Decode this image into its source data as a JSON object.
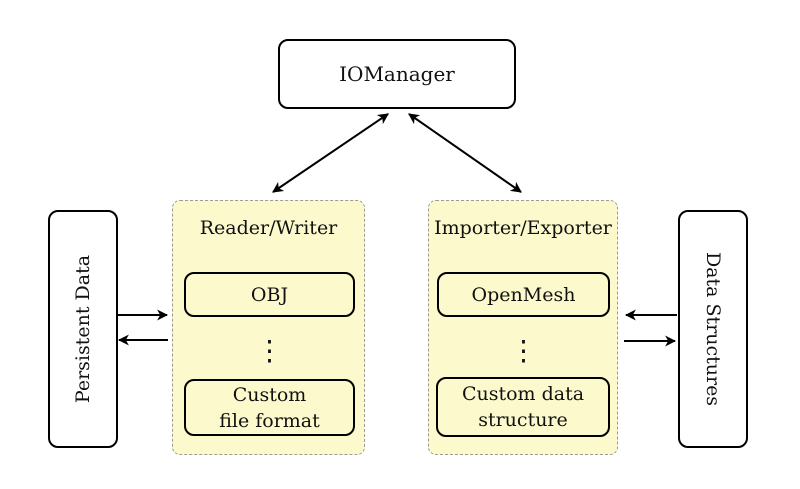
{
  "diagram": {
    "iomanager_label": "IOManager",
    "persistent_data_label": "Persistent Data",
    "data_structures_label": "Data Structures",
    "reader_writer": {
      "title": "Reader/Writer",
      "item1": "OBJ",
      "ellipsis": "⋮",
      "item2_line1": "Custom",
      "item2_line2": "file format"
    },
    "importer_exporter": {
      "title": "Importer/Exporter",
      "item1": "OpenMesh",
      "ellipsis": "⋮",
      "item2_line1": "Custom data",
      "item2_line2": "structure"
    }
  },
  "colors": {
    "container_fill": "#FCF9CC",
    "container_dashed_border": "#9B9B9B",
    "box_border": "#000000",
    "box_fill": "#FFFFFF",
    "arrow": "#000000",
    "background": "#FFFFFF"
  }
}
